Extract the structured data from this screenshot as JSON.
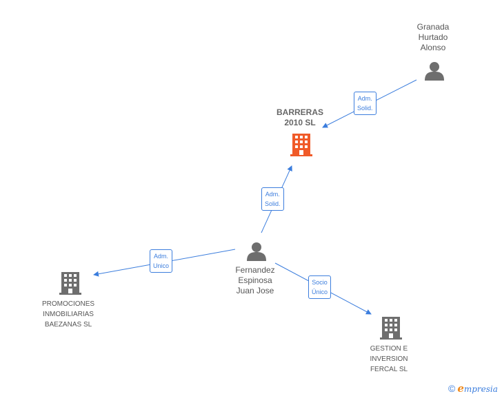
{
  "nodes": {
    "granada": {
      "lines": [
        "Granada",
        "Hurtado",
        "Alonso"
      ],
      "type": "person"
    },
    "barreras": {
      "lines": [
        "BARRERAS",
        "2010 SL"
      ],
      "type": "company-main"
    },
    "fernandez": {
      "lines": [
        "Fernandez",
        "Espinosa",
        "Juan Jose"
      ],
      "type": "person"
    },
    "promociones": {
      "lines": [
        "PROMOCIONES",
        "INMOBILIARIAS",
        "BAEZANAS SL"
      ],
      "type": "company"
    },
    "gestion": {
      "lines": [
        "GESTION E",
        "INVERSION",
        "FERCAL SL"
      ],
      "type": "company"
    }
  },
  "edges": {
    "granada_barreras": {
      "lines": [
        "Adm.",
        "Solid."
      ]
    },
    "fernandez_barreras": {
      "lines": [
        "Adm.",
        "Solid."
      ]
    },
    "fernandez_promociones": {
      "lines": [
        "Adm.",
        "Unico"
      ]
    },
    "fernandez_gestion": {
      "lines": [
        "Socio",
        "Único"
      ]
    }
  },
  "footer": {
    "copyright_symbol": "©",
    "brand_initial": "e",
    "brand_rest": "mpresia"
  },
  "colors": {
    "edge": "#3b7ddd",
    "main_company": "#f05a28",
    "company": "#6e6e6e",
    "person": "#6e6e6e"
  },
  "icons": {
    "person": "person-icon",
    "company": "building-icon"
  }
}
